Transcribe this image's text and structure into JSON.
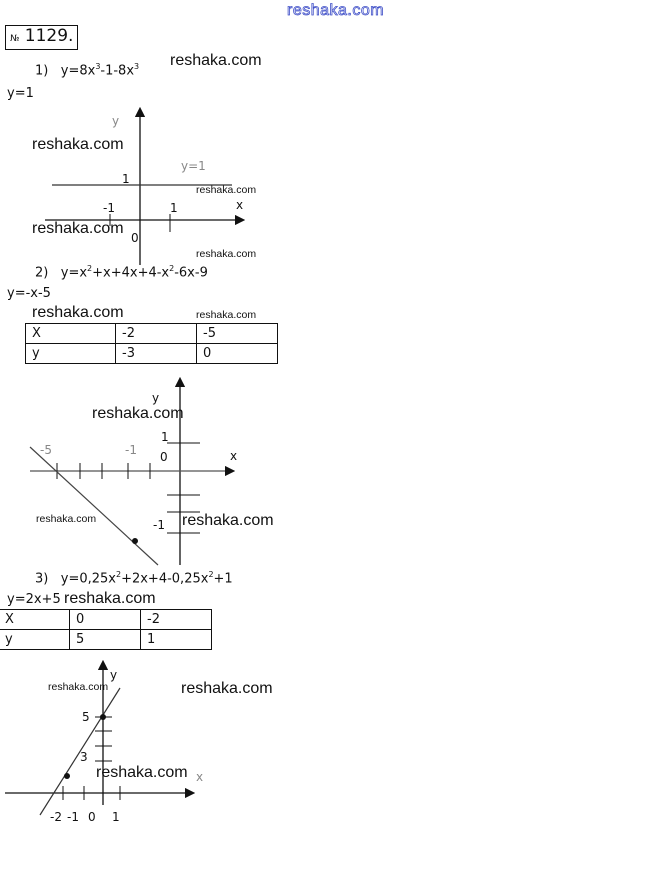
{
  "site_watermark": "reshaka.com",
  "problem": {
    "prefix": "№",
    "number": "1129."
  },
  "parts": [
    {
      "label": "1)",
      "equation": "y=8x",
      "eq_parts": [
        "y=8x",
        "3",
        "-1-8x",
        "3"
      ],
      "result": "y=1",
      "graph": {
        "y_label": "y",
        "x_label": "x",
        "line_label": "y=1",
        "tick_y1": "1",
        "tick_xm1": "-1",
        "tick_x1": "1",
        "origin": "0"
      }
    },
    {
      "label": "2)",
      "eq_parts": [
        "y=x",
        "2",
        "+x+4x+4-x",
        "2",
        "-6x-9"
      ],
      "result": "y=-x-5",
      "table": {
        "rows": [
          [
            "X",
            "-2",
            "-5"
          ],
          [
            "y",
            "-3",
            "0"
          ]
        ]
      },
      "graph": {
        "y_label": "y",
        "x_label": "x",
        "tick_y1": "1",
        "tick_xm5": "-5",
        "tick_xm1": "-1",
        "origin": "0",
        "tick_ym1": "-1"
      }
    },
    {
      "label": "3)",
      "eq_parts": [
        "y=0,25x",
        "2",
        "+2x+4-0,25x",
        "2",
        "+1"
      ],
      "result": "y=2x+5",
      "table": {
        "rows": [
          [
            "X",
            "0",
            "-2"
          ],
          [
            "y",
            "5",
            "1"
          ]
        ]
      },
      "graph": {
        "y_label": "y",
        "x_label": "x",
        "tick_y5": "5",
        "tick_y3": "3",
        "tick_xm2": "-2",
        "tick_xm1": "-1",
        "origin": "0",
        "tick_x1": "1"
      }
    }
  ]
}
